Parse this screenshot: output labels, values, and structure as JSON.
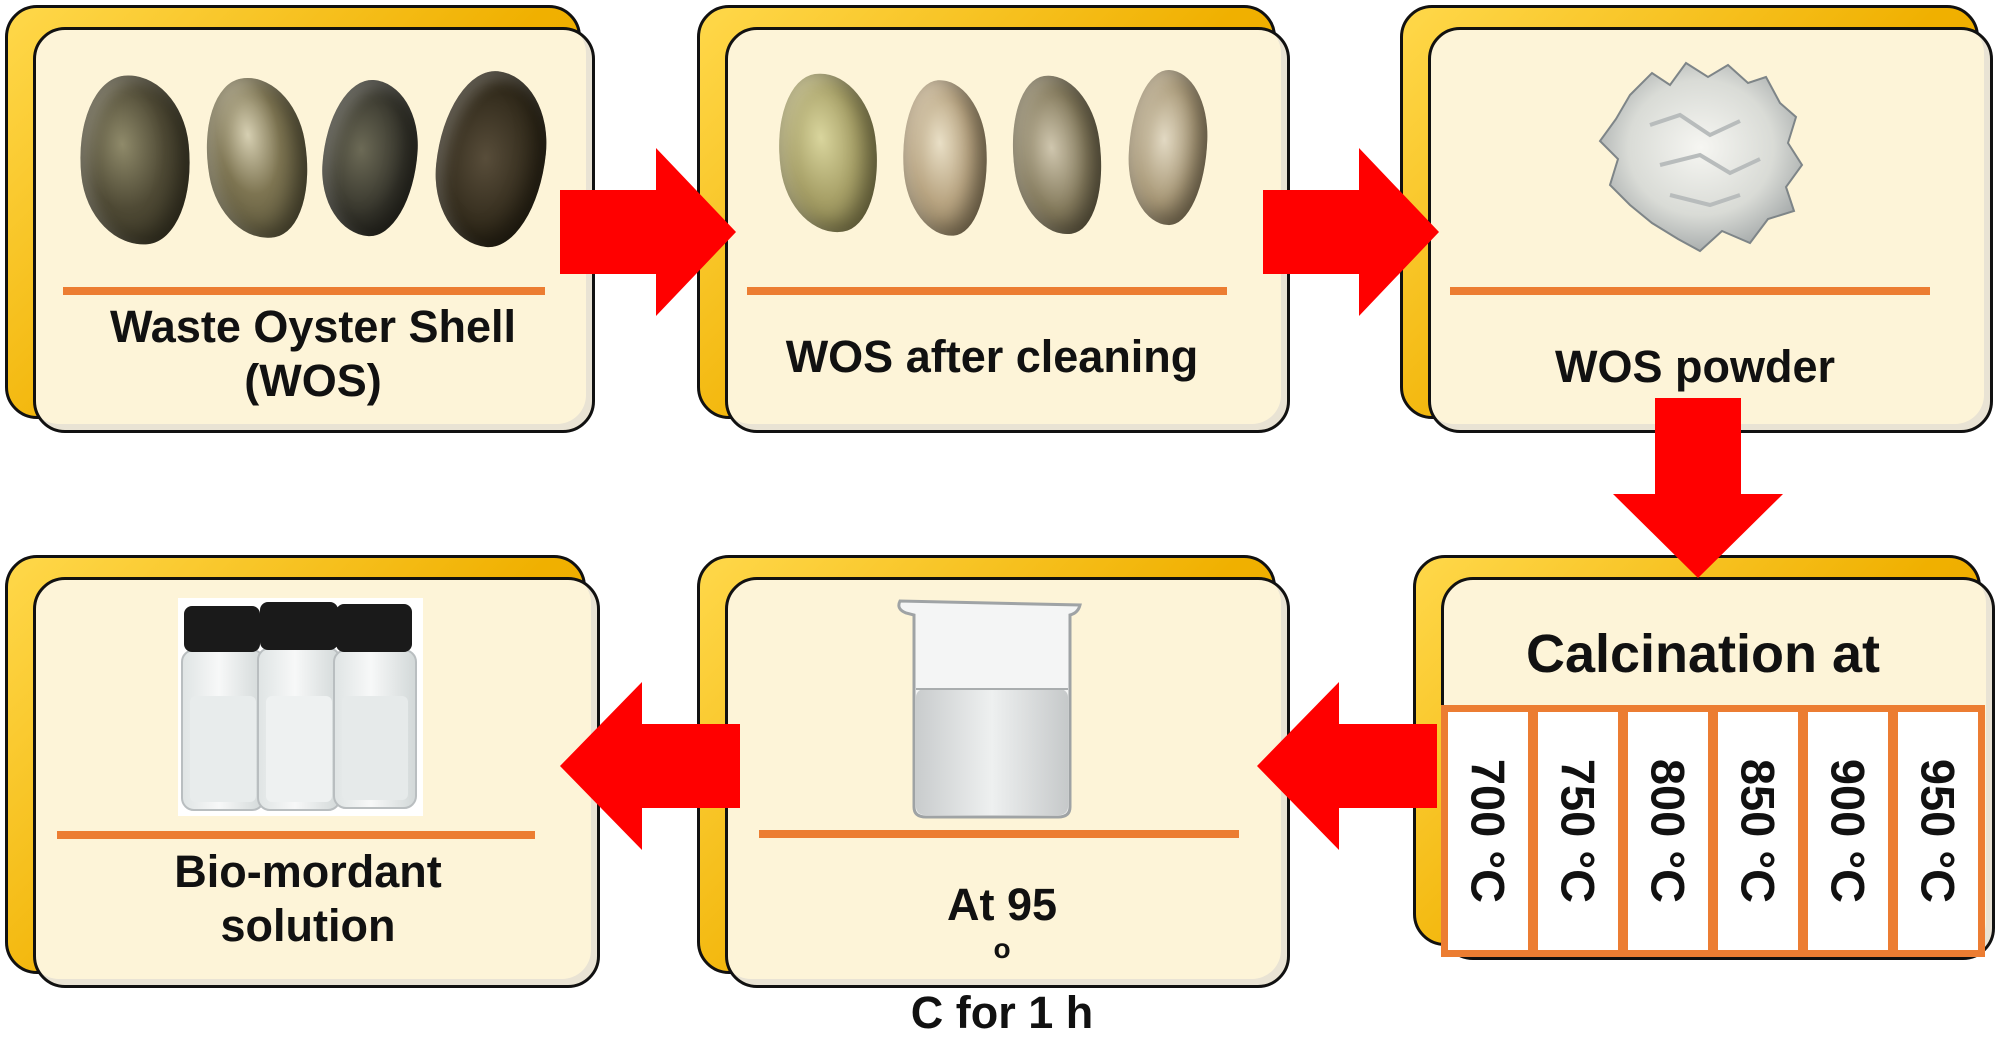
{
  "steps": [
    {
      "lines": [
        "Waste Oyster Shell",
        "(WOS)"
      ]
    },
    {
      "lines": [
        "WOS after cleaning"
      ]
    },
    {
      "lines": [
        "WOS powder"
      ]
    },
    {
      "title": "Calcination at",
      "temperatures": [
        "700 °C",
        "750 °C",
        "800 °C",
        "850 °C",
        "900 °C",
        "950 °C"
      ]
    },
    {
      "prefix": "At 95 ",
      "sup": "o",
      "suffix": "C for 1 h"
    },
    {
      "lines": [
        "Bio-mordant",
        "solution"
      ]
    }
  ],
  "colors": {
    "arrow": "#ff0000",
    "card_fill": "#fdf4d8",
    "card_back": "#f0b000",
    "divider": "#ec7d32",
    "outline": "#111111"
  }
}
